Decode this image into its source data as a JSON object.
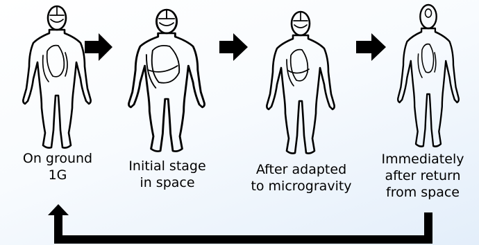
{
  "stages": [
    {
      "lines": [
        "On ground",
        "1G"
      ]
    },
    {
      "lines": [
        "Initial stage",
        "in space"
      ]
    },
    {
      "lines": [
        "After adapted",
        "to microgravity"
      ]
    },
    {
      "lines": [
        "Immediately",
        "after return",
        "from space"
      ]
    }
  ],
  "icons": {
    "figure": "human-body-outline-icon",
    "forward_arrow": "right-arrow-icon",
    "return_arrow": "return-loop-arrow-icon"
  },
  "colors": {
    "ink": "#000000",
    "background_light": "#ffffff",
    "background_tint": "#e3eefa"
  }
}
